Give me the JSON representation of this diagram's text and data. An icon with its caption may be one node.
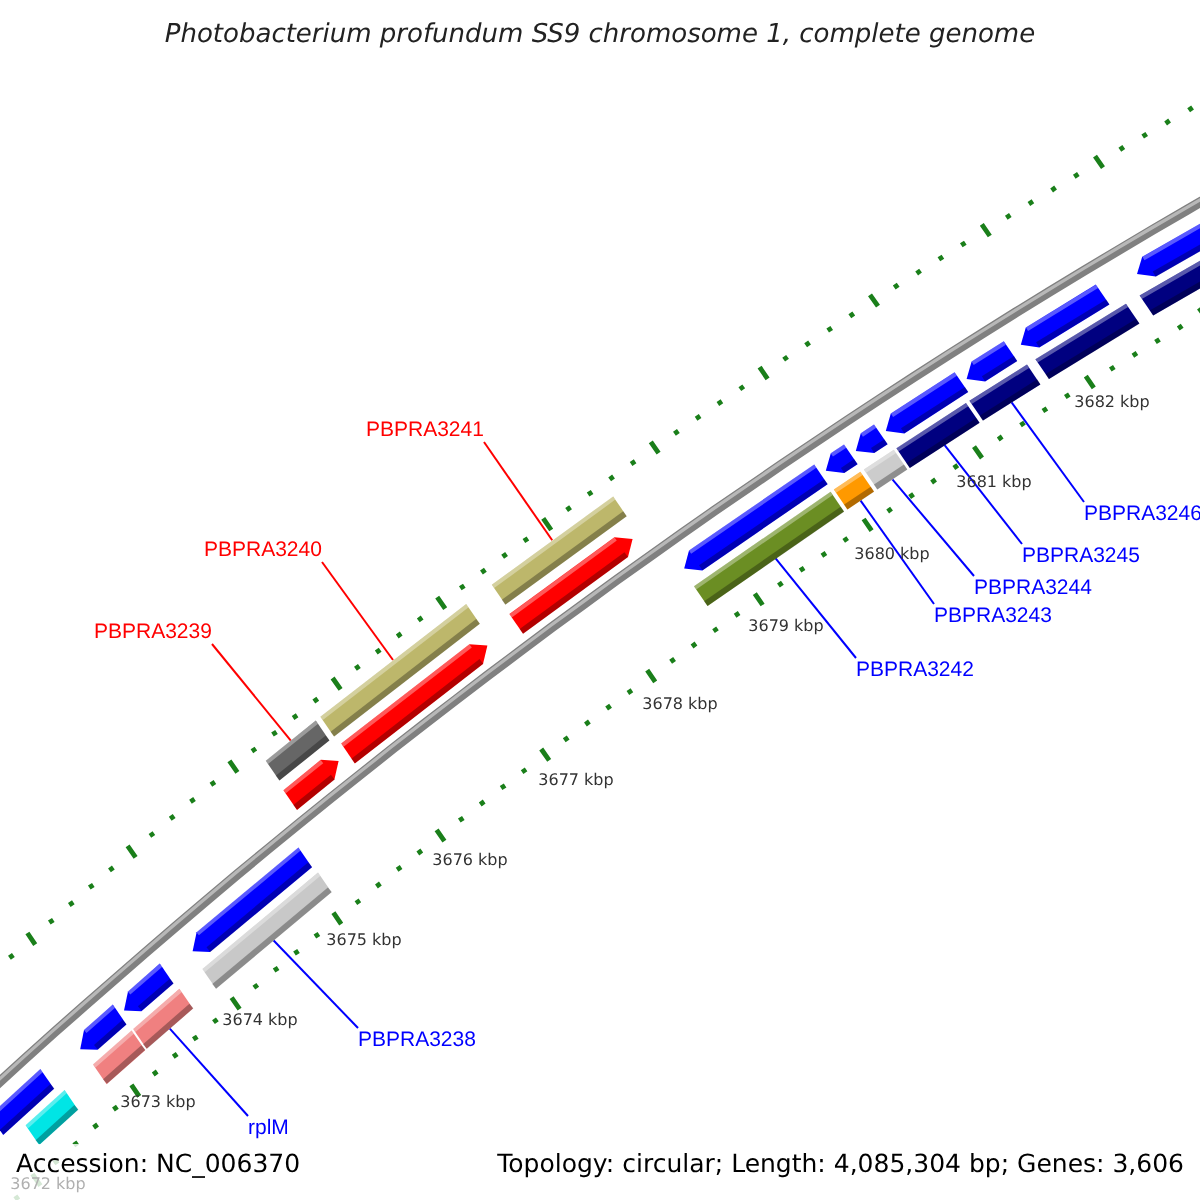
{
  "diagram": {
    "title": "Photobacterium profundum SS9 chromosome 1, complete genome",
    "nodes": [
      {
        "text": [
          "PBPRA3241"
        ]
      },
      {
        "text": [
          "PBPRA3240"
        ]
      },
      {
        "text": [
          "PBPRA3239"
        ]
      },
      {
        "text": [
          "PBPRA3242"
        ]
      },
      {
        "text": [
          "PBPRA3243"
        ]
      },
      {
        "text": [
          "PBPRA3244"
        ]
      },
      {
        "text": [
          "PBPRA3245"
        ]
      },
      {
        "text": [
          "PBPRA3246"
        ]
      },
      {
        "text": [
          "PBPRA3238"
        ]
      },
      {
        "text": [
          "rplM"
        ]
      },
      {
        "text": [],
        "shape": "bar"
      },
      {
        "text": [],
        "shape": "bar"
      },
      {
        "text": [],
        "shape": "bar"
      },
      {
        "text": [],
        "shape": "bar"
      },
      {
        "text": [],
        "shape": "bar"
      },
      {
        "text": [],
        "shape": "bar"
      },
      {
        "text": [],
        "shape": "bar"
      },
      {
        "text": [],
        "shape": "bar"
      },
      {
        "text": [],
        "shape": "bar"
      },
      {
        "text": [],
        "shape": "bar"
      },
      {
        "text": [],
        "shape": "pentagon"
      },
      {
        "text": [],
        "shape": "pentagon"
      },
      {
        "text": [],
        "shape": "pentagon"
      },
      {
        "text": [],
        "shape": "bar"
      },
      {
        "text": [],
        "shape": "pentagon"
      },
      {
        "text": [],
        "shape": "pentagon"
      },
      {
        "text": [],
        "shape": "pentagon"
      },
      {
        "text": [],
        "shape": "pentagon"
      },
      {
        "text": [],
        "shape": "pentagon"
      },
      {
        "text": [],
        "shape": "pentagon"
      },
      {
        "text": [],
        "shape": "pentagon"
      },
      {
        "text": [],
        "shape": "pentagon"
      },
      {
        "text": [],
        "shape": "pentagon"
      },
      {
        "text": [],
        "shape": "pentagon"
      },
      {
        "text": [],
        "shape": "bar"
      },
      {
        "text": [],
        "shape": "bar"
      },
      {
        "text": [],
        "shape": "bar"
      },
      {
        "text": [],
        "shape": "bar"
      }
    ],
    "edges": [
      {
        "from": 0,
        "to": 10,
        "arrow": "none",
        "color": "#ff0000"
      },
      {
        "from": 1,
        "to": 11,
        "arrow": "none",
        "color": "#ff0000"
      },
      {
        "from": 2,
        "to": 12,
        "arrow": "none",
        "color": "#ff0000"
      },
      {
        "from": 3,
        "to": 13,
        "arrow": "none"
      },
      {
        "from": 4,
        "to": 14,
        "arrow": "none"
      },
      {
        "from": 5,
        "to": 15,
        "arrow": "none"
      },
      {
        "from": 6,
        "to": 16,
        "arrow": "none"
      },
      {
        "from": 7,
        "to": 17,
        "arrow": "none"
      },
      {
        "from": 8,
        "to": 18,
        "arrow": "none"
      },
      {
        "from": 9,
        "to": 19,
        "arrow": "none"
      }
    ],
    "labels": [
      "3682 kbp",
      "3681 kbp",
      "3680 kbp",
      "3679 kbp",
      "3678 kbp",
      "3677 kbp",
      "3676 kbp",
      "3675 kbp",
      "3674 kbp",
      "3673 kbp",
      "3672 kbp",
      "Accession: NC_006370",
      "Topology: circular; Length: 4,085,304 bp; Genes: 3,606"
    ]
  }
}
